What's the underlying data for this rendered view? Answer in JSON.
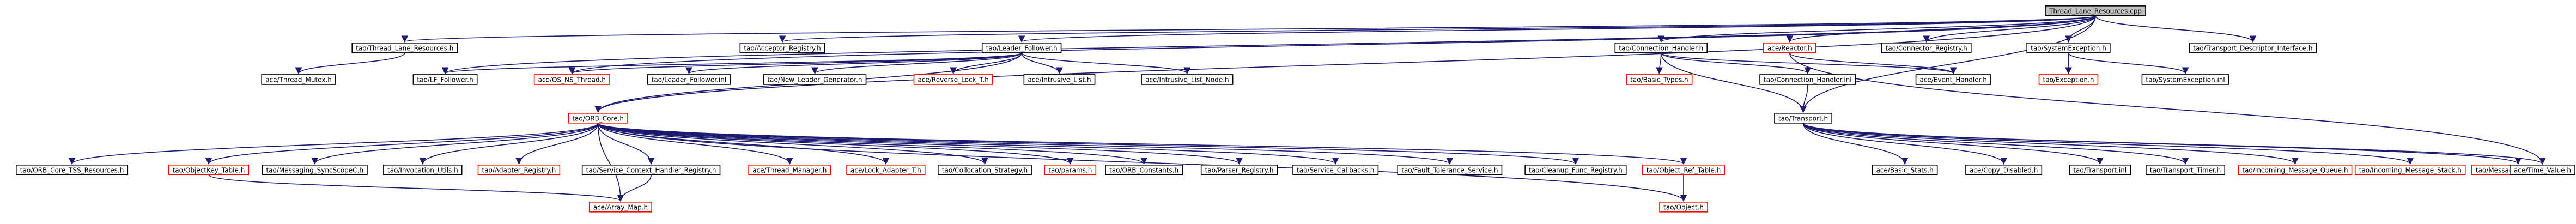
{
  "colors": {
    "edge": "#191970",
    "node_border_normal": "#000000",
    "node_border_missing": "#ff0000",
    "node_fill_root": "#bfbfbf",
    "node_fill": "#ffffff",
    "text": "#000000"
  },
  "nodes": {
    "root": "Thread_Lane_Resources.cpp",
    "thread_lane_resources_h": "tao/Thread_Lane_Resources.h",
    "acceptor_registry_h": "tao/Acceptor_Registry.h",
    "leader_follower_h": "tao/Leader_Follower.h",
    "connection_handler_h": "tao/Connection_Handler.h",
    "reactor_h": "ace/Reactor.h",
    "connector_registry_h": "tao/Connector_Registry.h",
    "system_exception_h": "tao/SystemException.h",
    "transport_descriptor_interface_h": "tao/Transport_Descriptor_Interface.h",
    "thread_mutex_h": "ace/Thread_Mutex.h",
    "lf_follower_h": "tao/LF_Follower.h",
    "os_ns_thread_h": "ace/OS_NS_Thread.h",
    "leader_follower_inl": "tao/Leader_Follower.inl",
    "new_leader_generator_h": "tao/New_Leader_Generator.h",
    "reverse_lock_t_h": "ace/Reverse_Lock_T.h",
    "intrusive_list_h": "ace/Intrusive_List.h",
    "intrusive_list_node_h": "ace/Intrusive_List_Node.h",
    "basic_types_h": "tao/Basic_Types.h",
    "connection_handler_inl": "tao/Connection_Handler.inl",
    "event_handler_h": "ace/Event_Handler.h",
    "exception_h": "tao/Exception.h",
    "system_exception_inl": "tao/SystemException.inl",
    "orb_core_h": "tao/ORB_Core.h",
    "transport_h": "tao/Transport.h",
    "orb_core_tss_resources_h": "tao/ORB_Core_TSS_Resources.h",
    "objectkey_table_h": "tao/ObjectKey_Table.h",
    "messaging_syncscopec_h": "tao/Messaging_SyncScopeC.h",
    "invocation_utils_h": "tao/Invocation_Utils.h",
    "adapter_registry_h": "tao/Adapter_Registry.h",
    "service_context_handler_registry_h": "tao/Service_Context_Handler_Registry.h",
    "thread_manager_h": "ace/Thread_Manager.h",
    "lock_adapter_t_h": "ace/Lock_Adapter_T.h",
    "collocation_strategy_h": "tao/Collocation_Strategy.h",
    "params_h": "tao/params.h",
    "orb_constants_h": "tao/ORB_Constants.h",
    "parser_registry_h": "tao/Parser_Registry.h",
    "service_callbacks_h": "tao/Service_Callbacks.h",
    "fault_tolerance_service_h": "tao/Fault_Tolerance_Service.h",
    "cleanup_func_registry_h": "tao/Cleanup_Func_Registry.h",
    "object_ref_table_h": "tao/Object_Ref_Table.h",
    "array_map_h": "ace/Array_Map.h",
    "object_h": "tao/Object.h",
    "basic_stats_h": "ace/Basic_Stats.h",
    "copy_disabled_h": "ace/Copy_Disabled.h",
    "transport_inl": "tao/Transport.inl",
    "transport_timer_h": "tao/Transport_Timer.h",
    "incoming_message_queue_h": "tao/Incoming_Message_Queue.h",
    "incoming_message_stack_h": "tao/Incoming_Message_Stack.h",
    "message_semantics_h": "tao/Message_Semantics.h",
    "time_value_h": "ace/Time_Value.h"
  }
}
